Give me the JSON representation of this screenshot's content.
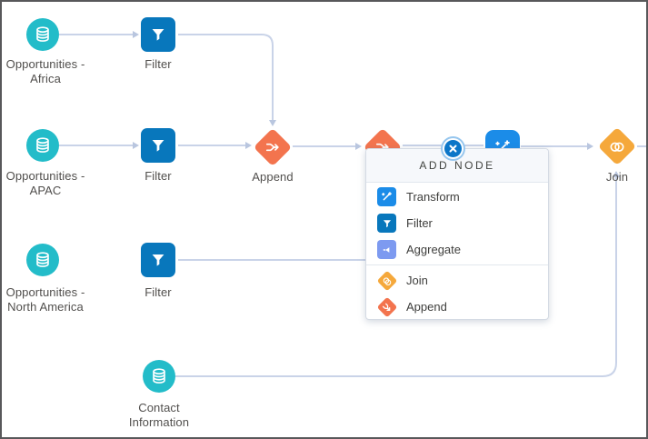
{
  "app": {
    "name": "Data Prep Recipe Canvas"
  },
  "colors": {
    "dataset_teal": "#23BCC9",
    "filter_blue": "#0877BC",
    "transform_blue": "#1B8CE8",
    "aggregate_periwinkle": "#7D9AF0",
    "join_yellow": "#F5A83B",
    "append_orange": "#F3744E",
    "connector_gray": "#C9D3E8",
    "close_button_blue": "#0B76C8",
    "label_text": "#514F4D"
  },
  "nodes": {
    "opp_africa": {
      "type": "dataset",
      "label_lines": [
        "Opportunities -",
        "Africa"
      ]
    },
    "filter_africa": {
      "type": "filter",
      "label": "Filter"
    },
    "opp_apac": {
      "type": "dataset",
      "label_lines": [
        "Opportunities -",
        "APAC"
      ]
    },
    "filter_apac": {
      "type": "filter",
      "label": "Filter"
    },
    "append": {
      "type": "append",
      "label": "Append"
    },
    "join": {
      "type": "join",
      "label": "Join"
    },
    "opp_na": {
      "type": "dataset",
      "label_lines": [
        "Opportunities -",
        "North America"
      ]
    },
    "filter_na": {
      "type": "filter",
      "label": "Filter"
    },
    "contact": {
      "type": "dataset",
      "label_lines": [
        "Contact",
        "Information"
      ]
    }
  },
  "popup": {
    "title": "ADD NODE",
    "items": [
      {
        "label": "Transform",
        "icon": "transform-icon"
      },
      {
        "label": "Filter",
        "icon": "filter-icon"
      },
      {
        "label": "Aggregate",
        "icon": "aggregate-icon"
      },
      {
        "label": "Join",
        "icon": "join-icon"
      },
      {
        "label": "Append",
        "icon": "append-icon"
      }
    ]
  }
}
